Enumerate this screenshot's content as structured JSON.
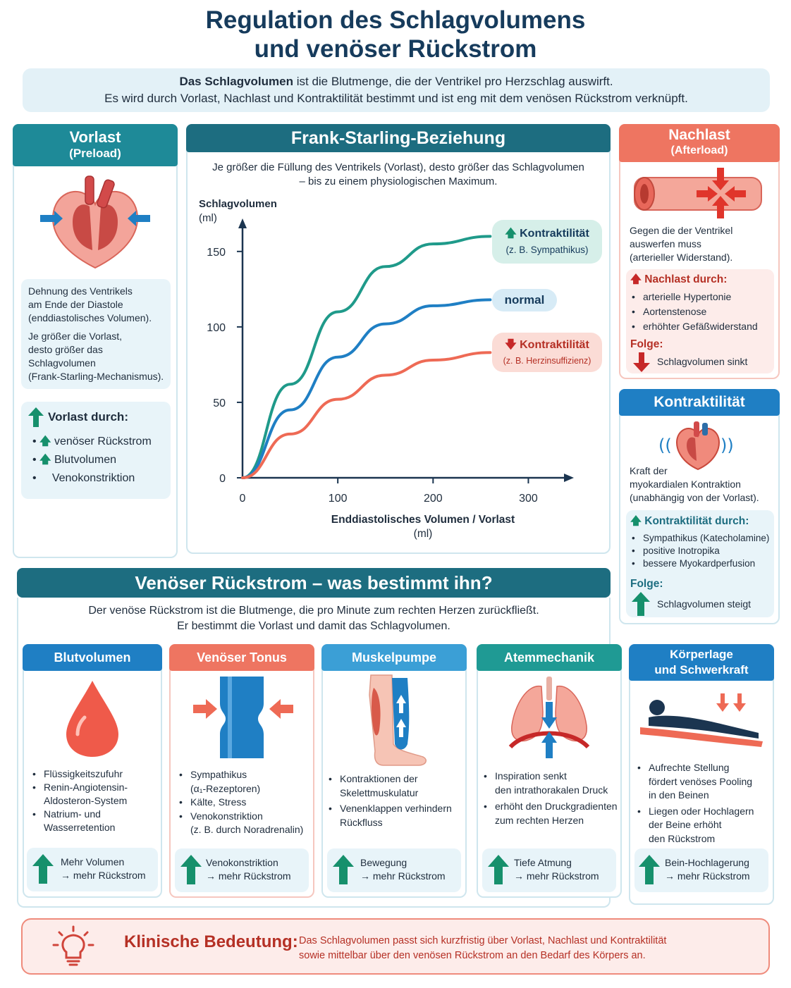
{
  "title_line1": "Regulation des Schlagvolumens",
  "title_line2": "und venöser Rückstrom",
  "intro": {
    "bold": "Das Schlagvolumen",
    "line1_rest": " ist die Blutmenge, die der Ventrikel pro Herzschlag auswirft.",
    "line2": "Es wird durch Vorlast, Nachlast und Kontraktilität bestimmt und ist eng mit dem venösen Rückstrom verknüpft."
  },
  "vorlast": {
    "title": "Vorlast",
    "subtitle": "(Preload)",
    "desc1": [
      "Dehnung des Ventrikels",
      "am Ende der Diastole",
      "(enddiastolisches Volumen)."
    ],
    "desc2": [
      "Je größer die Vorlast,",
      "desto größer das",
      "Schlagvolumen",
      "(Frank-Starling-Mechanismus)."
    ],
    "box_title": "Vorlast durch:",
    "items": [
      "venöser Rückstrom",
      "Blutvolumen",
      "Venokonstriktion"
    ]
  },
  "frank": {
    "title": "Frank-Starling-Beziehung",
    "desc1": "Je größer die Füllung des Ventrikels (Vorlast), desto größer das Schlagvolumen",
    "desc2": "– bis zu einem physiologischen Maximum.",
    "ylabel1": "Schlagvolumen",
    "ylabel2": "(ml)",
    "xlabel1": "Enddiastolisches Volumen / Vorlast",
    "xlabel2": "(ml)",
    "pill_up_title": "Kontraktilität",
    "pill_up_sub": "(z. B. Sympathikus)",
    "pill_normal": "normal",
    "pill_down_title": "Kontraktilität",
    "pill_down_sub": "(z. B. Herzinsuffizienz)"
  },
  "chart_data": {
    "type": "line",
    "xlim": [
      0,
      330
    ],
    "ylim": [
      0,
      170
    ],
    "x_ticks": [
      "0",
      "100",
      "200",
      "300"
    ],
    "y_ticks": [
      "0",
      "50",
      "100",
      "150"
    ],
    "series": [
      {
        "name": "Kontraktilität (z. B. Sympathikus)",
        "color": "#1f9a8a",
        "x": [
          0,
          50,
          100,
          150,
          200,
          260
        ],
        "y": [
          0,
          62,
          110,
          140,
          155,
          160
        ]
      },
      {
        "name": "normal",
        "color": "#1f7fc4",
        "x": [
          0,
          50,
          100,
          150,
          200,
          260
        ],
        "y": [
          0,
          45,
          80,
          102,
          114,
          118
        ]
      },
      {
        "name": "Kontraktilität (z. B. Herzinsuffizienz)",
        "color": "#ee6a55",
        "x": [
          0,
          50,
          100,
          150,
          200,
          260
        ],
        "y": [
          0,
          29,
          52,
          68,
          78,
          83
        ]
      }
    ]
  },
  "nachlast": {
    "title": "Nachlast",
    "subtitle": "(Afterload)",
    "desc": [
      "Gegen die der Ventrikel",
      "auswerfen muss",
      "(arterieller Widerstand)."
    ],
    "box_title": "Nachlast durch:",
    "items": [
      "arterielle Hypertonie",
      "Aortenstenose",
      "erhöhter Gefäßwiderstand"
    ],
    "folge": "Folge:",
    "folge_text": "Schlagvolumen sinkt"
  },
  "kontraktilitaet": {
    "title": "Kontraktilität",
    "desc": [
      "Kraft der",
      "myokardialen Kontraktion",
      "(unabhängig von der Vorlast)."
    ],
    "box_title": "Kontraktilität durch:",
    "items": [
      "Sympathikus (Katecholamine)",
      "positive Inotropika",
      "bessere Myokardperfusion"
    ],
    "folge": "Folge:",
    "folge_text": "Schlagvolumen steigt"
  },
  "venous": {
    "title": "Venöser Rückstrom – was bestimmt ihn?",
    "desc1": "Der venöse Rückstrom ist die Blutmenge, die pro Minute zum rechten Herzen zurückfließt.",
    "desc2": "Er bestimmt die Vorlast und damit das Schlagvolumen."
  },
  "factors": [
    {
      "title": "Blutvolumen",
      "items": [
        [
          "Flüssigkeitszufuhr"
        ],
        [
          "Renin-Angiotensin-",
          "Aldosteron-System"
        ],
        [
          "Natrium- und",
          "Wasserretention"
        ]
      ],
      "result1": "Mehr Volumen",
      "result2": "→ mehr Rückstrom"
    },
    {
      "title": "Venöser Tonus",
      "items": [
        [
          "Sympathikus",
          "(α₁-Rezeptoren)"
        ],
        [
          "Kälte, Stress"
        ],
        [
          "Venokonstriktion",
          "(z. B. durch Noradrenalin)"
        ]
      ],
      "result1": "Venokonstriktion",
      "result2": "→ mehr Rückstrom"
    },
    {
      "title": "Muskelpumpe",
      "items": [
        [
          "Kontraktionen der",
          "Skelettmuskulatur"
        ],
        [
          "Venenklappen verhindern",
          "Rückfluss"
        ]
      ],
      "result1": "Bewegung",
      "result2": "→ mehr Rückstrom"
    },
    {
      "title": "Atemmechanik",
      "items": [
        [
          "Inspiration senkt",
          "den intrathorakalen Druck"
        ],
        [
          "erhöht den Druckgradienten",
          "zum rechten Herzen"
        ]
      ],
      "result1": "Tiefe Atmung",
      "result2": "→ mehr Rückstrom"
    },
    {
      "title1": "Körperlage",
      "title2": "und Schwerkraft",
      "items": [
        [
          "Aufrechte Stellung",
          "fördert venöses Pooling",
          "in den Beinen"
        ],
        [
          "Liegen oder Hochlagern",
          "der Beine erhöht",
          "den Rückstrom"
        ]
      ],
      "result1": "Bein-Hochlagerung",
      "result2": "→ mehr Rückstrom"
    }
  ],
  "clinical": {
    "label": "Klinische Bedeutung:",
    "line1": "Das Schlagvolumen passt sich kurzfristig über Vorlast, Nachlast und Kontraktilität",
    "line2": "sowie mittelbar über den venösen Rückstrom an den Bedarf des Körpers an."
  },
  "colors": {
    "teal": "#1e8a98",
    "coral": "#ee7561",
    "blue": "#1f7fc4",
    "green": "#16906c",
    "red": "#c62828"
  }
}
